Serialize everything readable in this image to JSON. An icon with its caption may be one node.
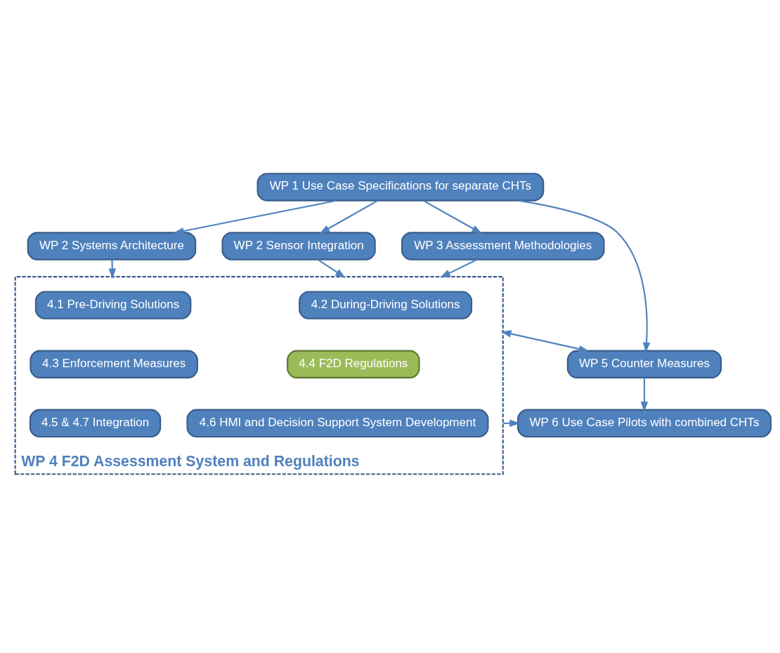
{
  "diagram": {
    "nodes": [
      {
        "text": [
          "WP 1 Use Case Specifications for separate CHTs"
        ]
      },
      {
        "text": [
          "WP 2 Systems Architecture"
        ]
      },
      {
        "text": [
          "WP 2 Sensor Integration"
        ]
      },
      {
        "text": [
          "WP 3 Assessment Methodologies"
        ]
      },
      {
        "text": [
          "WP 4 F2D Assessment System and Regulations"
        ]
      },
      {
        "text": [
          "4.1 Pre-Driving Solutions"
        ],
        "in": 4
      },
      {
        "text": [
          "4.2 During-Driving Solutions"
        ],
        "in": 4
      },
      {
        "text": [
          "4.3 Enforcement Measures"
        ],
        "in": 4
      },
      {
        "text": [
          "4.4 F2D Regulations"
        ],
        "in": 4
      },
      {
        "text": [
          "4.5 & 4.7 Integration"
        ],
        "in": 4
      },
      {
        "text": [
          "4.6 HMI and Decision Support System Development"
        ],
        "in": 4
      },
      {
        "text": [
          "WP 5 Counter Measures"
        ]
      },
      {
        "text": [
          "WP 6 Use Case Pilots with combined CHTs"
        ]
      }
    ],
    "edges": [
      {
        "from": 0,
        "to": 1,
        "arrow": "to"
      },
      {
        "from": 0,
        "to": 2,
        "arrow": "to"
      },
      {
        "from": 0,
        "to": 3,
        "arrow": "to"
      },
      {
        "from": 0,
        "to": 11,
        "arrow": "to"
      },
      {
        "from": 1,
        "to": 4,
        "arrow": "to"
      },
      {
        "from": 2,
        "to": 4,
        "arrow": "to"
      },
      {
        "from": 3,
        "to": 4,
        "arrow": "to"
      },
      {
        "from": 4,
        "to": 11,
        "arrow": "both"
      },
      {
        "from": 11,
        "to": 12,
        "arrow": "to"
      },
      {
        "from": 4,
        "to": 12,
        "arrow": "to"
      }
    ]
  }
}
